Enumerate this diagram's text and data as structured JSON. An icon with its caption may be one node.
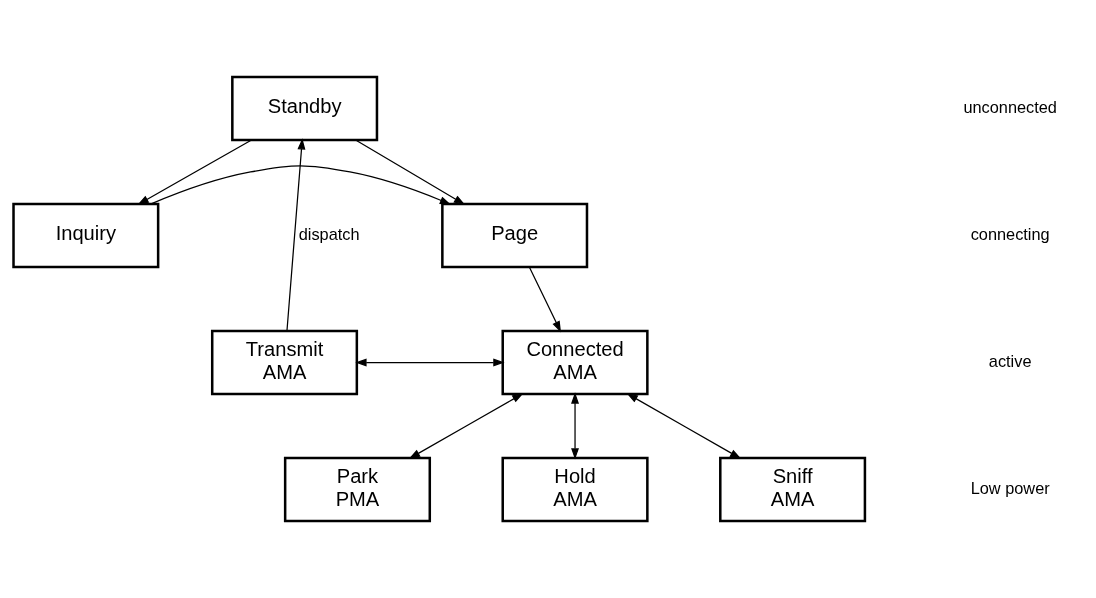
{
  "diagram": {
    "nodes": [
      {
        "text": [
          "Standby"
        ]
      },
      {
        "text": [
          "Inquiry"
        ]
      },
      {
        "text": [
          "Page"
        ]
      },
      {
        "text": [
          "Transmit",
          "AMA"
        ]
      },
      {
        "text": [
          "Connected",
          "AMA"
        ]
      },
      {
        "text": [
          "Park",
          "PMA"
        ]
      },
      {
        "text": [
          "Hold",
          "AMA"
        ]
      },
      {
        "text": [
          "Sniff",
          "AMA"
        ]
      }
    ],
    "edges": [
      {
        "from": 0,
        "to": 1,
        "arrow": "to"
      },
      {
        "from": 0,
        "to": 2,
        "arrow": "to"
      },
      {
        "from": 1,
        "to": 2,
        "arrow": "to"
      },
      {
        "from": 2,
        "to": 4,
        "arrow": "to"
      },
      {
        "from": 3,
        "to": 0,
        "arrow": "to",
        "label": "dispatch"
      },
      {
        "from": 3,
        "to": 4,
        "arrow": "both"
      },
      {
        "from": 4,
        "to": 5,
        "arrow": "both"
      },
      {
        "from": 4,
        "to": 6,
        "arrow": "both"
      },
      {
        "from": 4,
        "to": 7,
        "arrow": "both"
      }
    ],
    "labels": [
      "unconnected",
      "connecting",
      "active",
      "Low power"
    ]
  }
}
